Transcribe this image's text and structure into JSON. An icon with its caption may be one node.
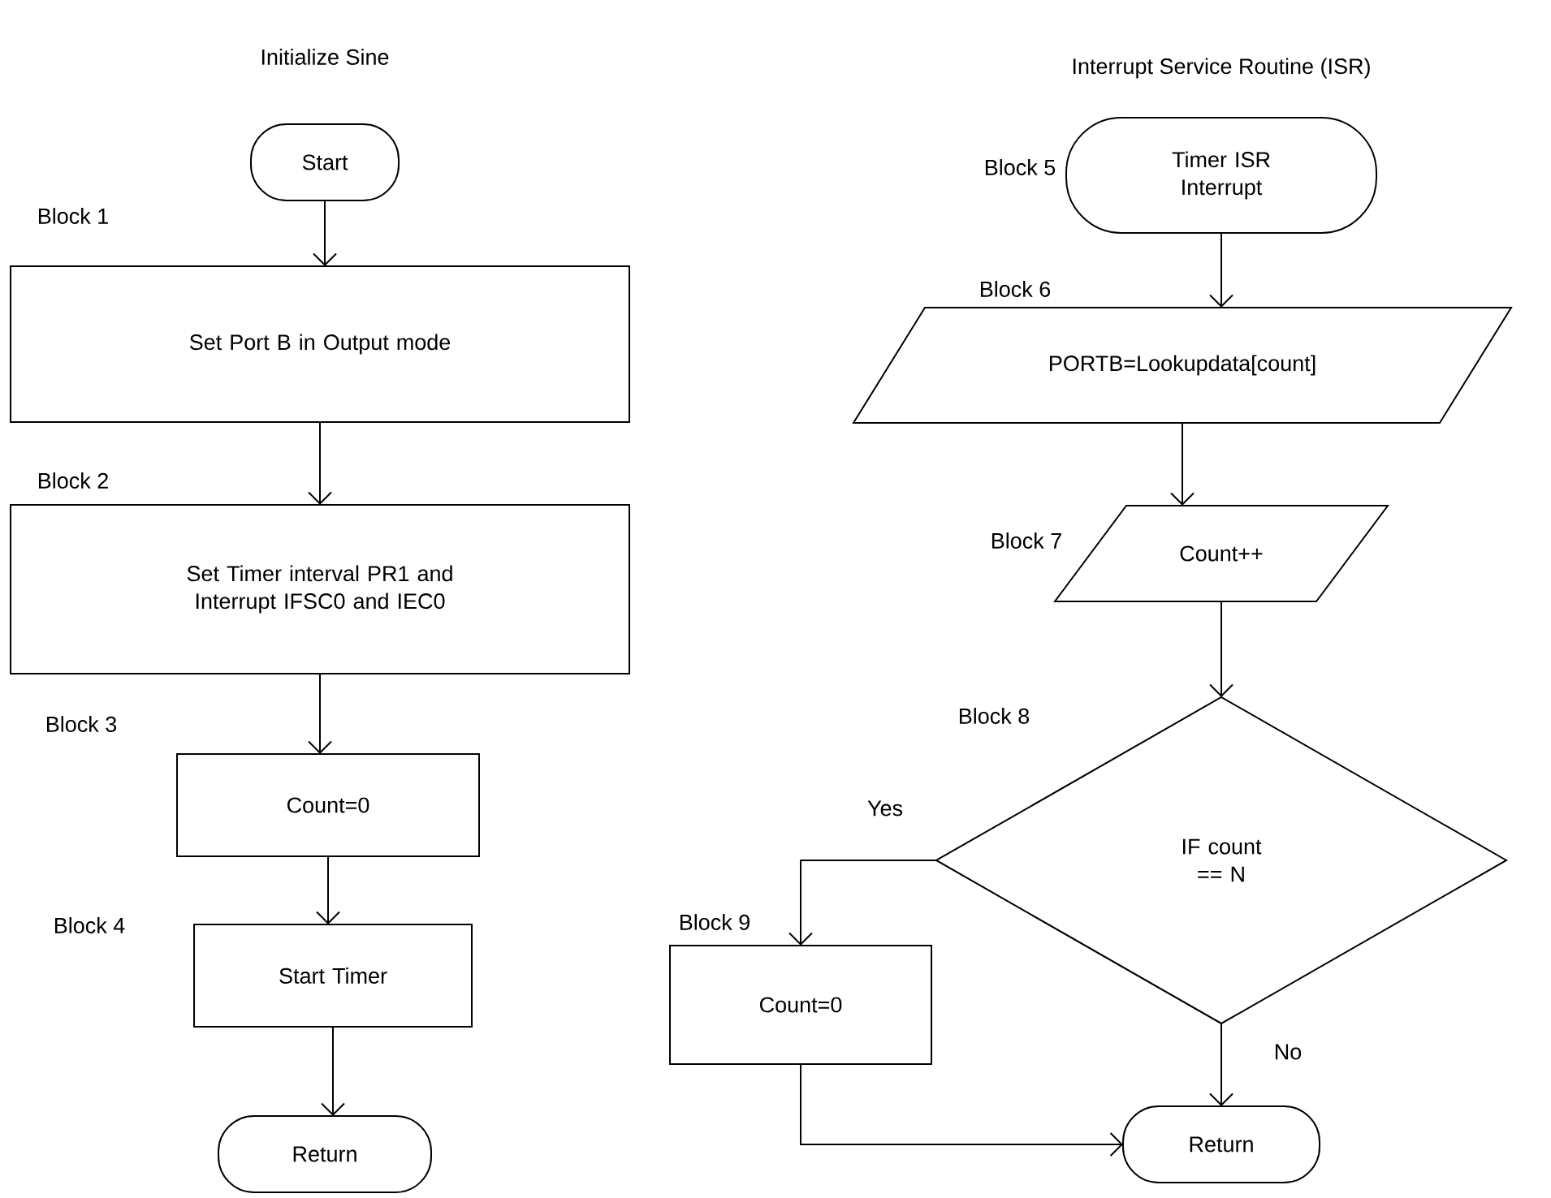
{
  "diagram": {
    "nodes": [
      {
        "text": [
          "Start"
        ]
      },
      {
        "text": [
          "Set Port B in Output mode"
        ],
        "beside": [
          "Block 1"
        ]
      },
      {
        "text": [
          "Set Timer interval PR1 and Interrupt IFSC0 and IEC0"
        ],
        "beside": [
          "Block 2"
        ]
      },
      {
        "text": [
          "Count=0"
        ],
        "beside": [
          "Block 3"
        ]
      },
      {
        "text": [
          "Start Timer"
        ],
        "beside": [
          "Block 4"
        ]
      },
      {
        "text": [
          "Return"
        ]
      },
      {
        "text": [
          "Timer ISR Interrupt"
        ],
        "beside": [
          "Block 5"
        ]
      },
      {
        "text": [
          "PORTB=Lookupdata[count]"
        ],
        "beside": [
          "Block 6"
        ]
      },
      {
        "text": [
          "Count++"
        ],
        "beside": [
          "Block 7"
        ]
      },
      {
        "text": [
          "IF count == N"
        ],
        "beside": [
          "Block 8"
        ]
      },
      {
        "text": [
          "Count=0"
        ],
        "beside": [
          "Block 9"
        ]
      },
      {
        "text": [
          "Return"
        ]
      }
    ],
    "edges": [
      {
        "from": 0,
        "to": 1,
        "arrow": "to"
      },
      {
        "from": 1,
        "to": 2,
        "arrow": "to"
      },
      {
        "from": 2,
        "to": 3,
        "arrow": "to"
      },
      {
        "from": 3,
        "to": 4,
        "arrow": "to"
      },
      {
        "from": 4,
        "to": 5,
        "arrow": "to"
      },
      {
        "from": 6,
        "to": 7,
        "arrow": "to"
      },
      {
        "from": 7,
        "to": 8,
        "arrow": "to"
      },
      {
        "from": 8,
        "to": 9,
        "arrow": "to"
      },
      {
        "from": 9,
        "to": 10,
        "arrow": "to",
        "label": "Yes"
      },
      {
        "from": 9,
        "to": 11,
        "arrow": "to",
        "label": "No"
      },
      {
        "from": 10,
        "to": 11,
        "arrow": "to"
      }
    ],
    "labels": [
      "Initialize Sine",
      "Interrupt Service Routine (ISR)"
    ]
  }
}
